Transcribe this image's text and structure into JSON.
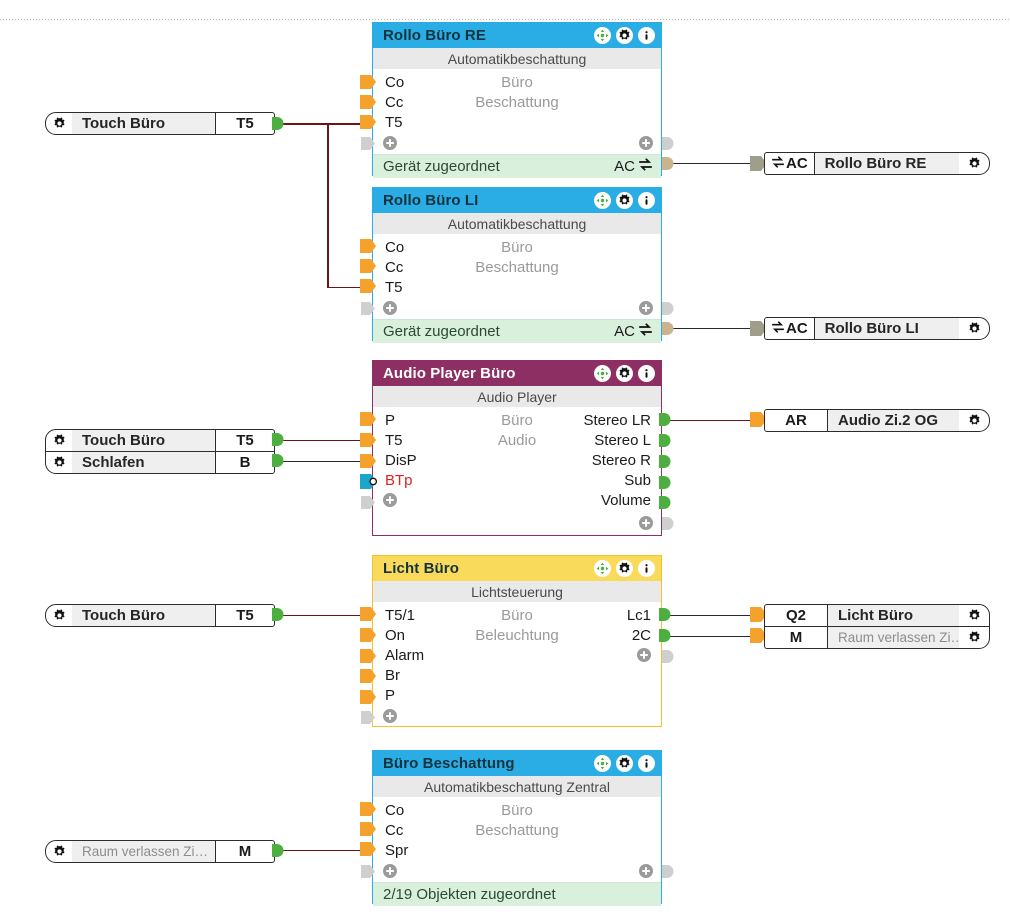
{
  "app": {
    "title": "Logic editor canvas"
  },
  "colors": {
    "cyan": "#29ade4",
    "purple": "#8d2f62",
    "yellow": "#fada5a",
    "footer_green": "#d9f0dd",
    "wire": "#6b1616",
    "port_in": "#f5a22d",
    "port_out": "#4caf3f",
    "bt_port": "#1ba7c9",
    "red_label": "#e02020"
  },
  "blocks": [
    {
      "id": "rollo-buero-re",
      "title": "Rollo Büro RE",
      "subtitle": "Automatikbeschattung",
      "accent": "cyan",
      "mid_lines": [
        "Büro",
        "Beschattung"
      ],
      "inputs": [
        "Co",
        "Cc",
        "T5"
      ],
      "outputs": [],
      "footer": {
        "text": "Gerät zugeordnet",
        "tag": "AC"
      }
    },
    {
      "id": "rollo-buero-li",
      "title": "Rollo Büro LI",
      "subtitle": "Automatikbeschattung",
      "accent": "cyan",
      "mid_lines": [
        "Büro",
        "Beschattung"
      ],
      "inputs": [
        "Co",
        "Cc",
        "T5"
      ],
      "outputs": [],
      "footer": {
        "text": "Gerät zugeordnet",
        "tag": "AC"
      }
    },
    {
      "id": "audio-player-buero",
      "title": "Audio Player Büro",
      "subtitle": "Audio Player",
      "accent": "purple",
      "mid_lines": [
        "Büro",
        "Audio"
      ],
      "inputs": [
        "P",
        "T5",
        "DisP",
        "BTp"
      ],
      "outputs": [
        "Stereo LR",
        "Stereo L",
        "Stereo R",
        "Sub",
        "Volume"
      ],
      "footer": null
    },
    {
      "id": "licht-buero",
      "title": "Licht Büro",
      "subtitle": "Lichtsteuerung",
      "accent": "yellow",
      "mid_lines": [
        "Büro",
        "Beleuchtung"
      ],
      "inputs": [
        "T5/1",
        "On",
        "Alarm",
        "Br",
        "P"
      ],
      "outputs": [
        "Lc1",
        "2C"
      ],
      "footer": null
    },
    {
      "id": "buero-beschattung",
      "title": "Büro Beschattung",
      "subtitle": "Automatikbeschattung Zentral",
      "accent": "cyan",
      "mid_lines": [
        "Büro",
        "Beschattung"
      ],
      "inputs": [
        "Co",
        "Cc",
        "Spr"
      ],
      "outputs": [],
      "footer": {
        "text": "2/19 Objekten zugeordnet",
        "tag": ""
      }
    }
  ],
  "left_nodes": [
    {
      "id": "src-touch-buero-1",
      "name": "Touch Büro",
      "tag": "T5",
      "dim": false
    },
    {
      "id": "src-touch-buero-2",
      "name": "Touch Büro",
      "tag": "T5",
      "dim": false
    },
    {
      "id": "src-schlafen",
      "name": "Schlafen",
      "tag": "B",
      "dim": false
    },
    {
      "id": "src-touch-buero-3",
      "name": "Touch Büro",
      "tag": "T5",
      "dim": false
    },
    {
      "id": "src-raum-verlassen",
      "name": "Raum verlassen Zi…",
      "tag": "M",
      "dim": true
    }
  ],
  "right_nodes": [
    {
      "id": "dst-rollo-re",
      "tag": "AC",
      "icon": "swap-icon",
      "name": "Rollo Büro RE",
      "dim": false
    },
    {
      "id": "dst-rollo-li",
      "tag": "AC",
      "icon": "swap-icon",
      "name": "Rollo Büro LI",
      "dim": false
    },
    {
      "id": "dst-audio",
      "tag": "AR",
      "icon": "",
      "name": "Audio Zi.2 OG",
      "dim": false
    },
    {
      "id": "dst-licht",
      "tag": "Q2",
      "icon": "",
      "name": "Licht Büro",
      "dim": false
    },
    {
      "id": "dst-raum",
      "tag": "M",
      "icon": "",
      "name": "Raum verlassen Zi…",
      "dim": true
    }
  ],
  "icons": {
    "move": "move-cross-icon",
    "settings": "gear-icon",
    "info": "info-icon",
    "plus": "plus-icon",
    "swap": "swap-arrows-icon"
  }
}
